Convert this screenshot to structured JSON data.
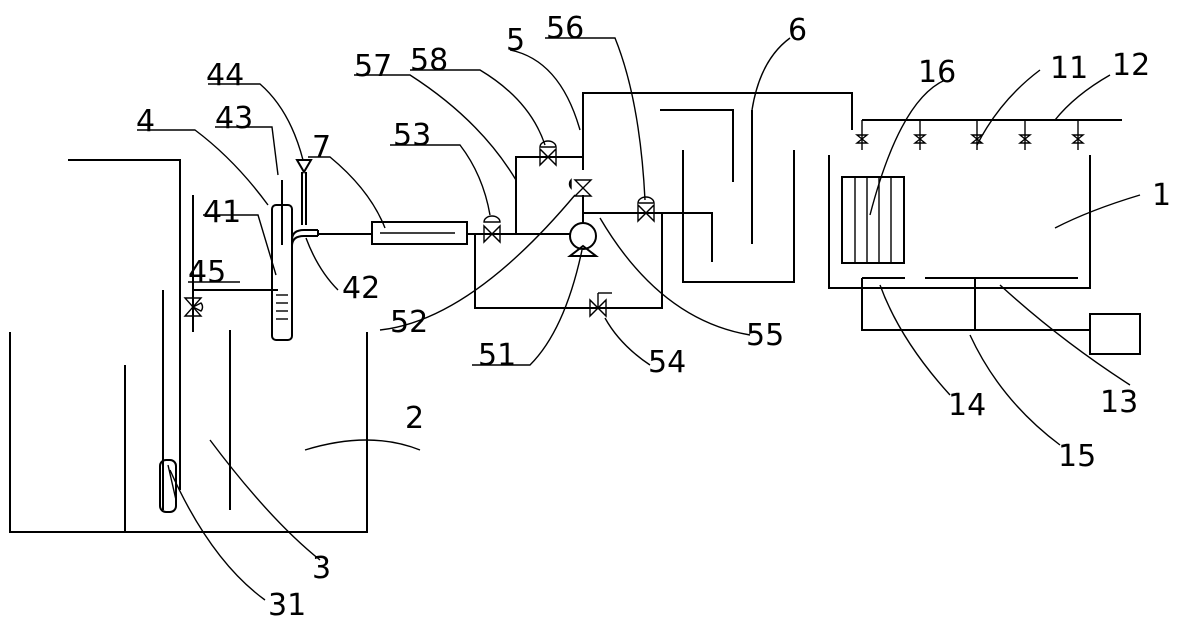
{
  "labels": {
    "l1": "1",
    "l2": "2",
    "l3": "3",
    "l31": "31",
    "l4": "4",
    "l41": "41",
    "l42": "42",
    "l43": "43",
    "l44": "44",
    "l45": "45",
    "l5": "5",
    "l51": "51",
    "l52": "52",
    "l53": "53",
    "l54": "54",
    "l55": "55",
    "l56": "56",
    "l57": "57",
    "l58": "58",
    "l6": "6",
    "l7": "7",
    "l11": "11",
    "l12": "12",
    "l13": "13",
    "l14": "14",
    "l15": "15",
    "l16": "16"
  },
  "colors": {
    "ink": "#000000",
    "background": "#ffffff"
  }
}
